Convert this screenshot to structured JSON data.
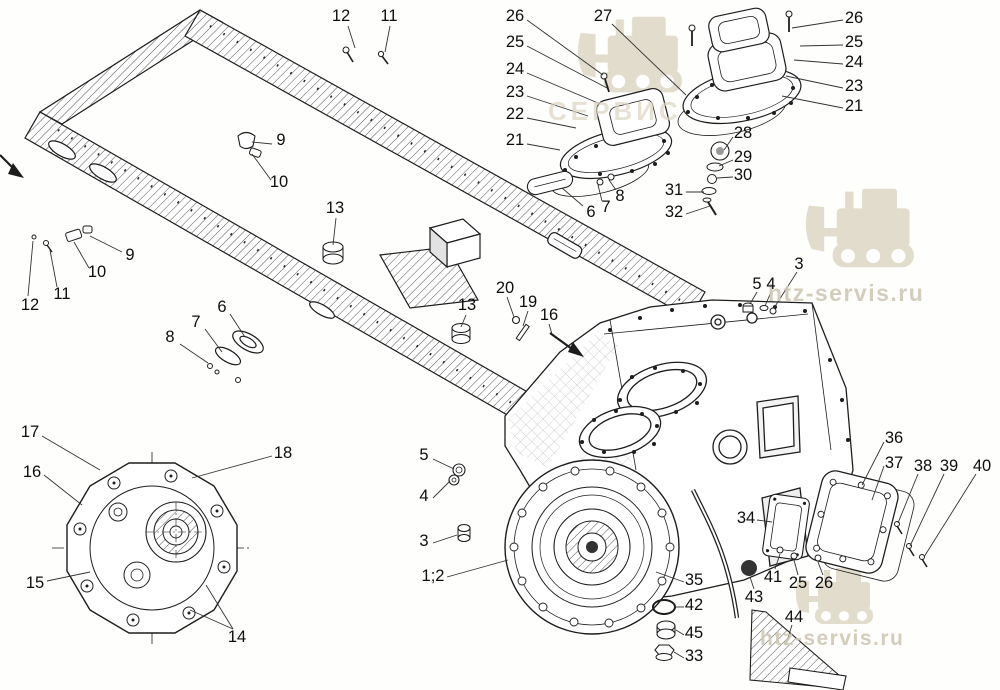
{
  "watermark": {
    "site": "htz-servis.ru",
    "cyrillic": "СЕРВИС",
    "logo": "bulldozer-logo"
  },
  "callouts": [
    {
      "label": "12"
    },
    {
      "label": "11"
    },
    {
      "label": "26"
    },
    {
      "label": "25"
    },
    {
      "label": "24"
    },
    {
      "label": "23"
    },
    {
      "label": "22"
    },
    {
      "label": "21"
    },
    {
      "label": "27"
    },
    {
      "label": "26"
    },
    {
      "label": "25"
    },
    {
      "label": "24"
    },
    {
      "label": "23"
    },
    {
      "label": "21"
    },
    {
      "label": "28"
    },
    {
      "label": "29"
    },
    {
      "label": "30"
    },
    {
      "label": "31"
    },
    {
      "label": "32"
    },
    {
      "label": "9"
    },
    {
      "label": "10"
    },
    {
      "label": "9"
    },
    {
      "label": "10"
    },
    {
      "label": "11"
    },
    {
      "label": "12"
    },
    {
      "label": "13"
    },
    {
      "label": "13"
    },
    {
      "label": "8"
    },
    {
      "label": "7"
    },
    {
      "label": "6"
    },
    {
      "label": "6"
    },
    {
      "label": "7"
    },
    {
      "label": "8"
    },
    {
      "label": "20"
    },
    {
      "label": "19"
    },
    {
      "label": "16"
    },
    {
      "label": "5"
    },
    {
      "label": "4"
    },
    {
      "label": "3"
    },
    {
      "label": "17"
    },
    {
      "label": "18"
    },
    {
      "label": "16"
    },
    {
      "label": "15"
    },
    {
      "label": "14"
    },
    {
      "label": "5"
    },
    {
      "label": "4"
    },
    {
      "label": "3"
    },
    {
      "label": "1;2"
    },
    {
      "label": "35"
    },
    {
      "label": "42"
    },
    {
      "label": "45"
    },
    {
      "label": "33"
    },
    {
      "label": "34"
    },
    {
      "label": "43"
    },
    {
      "label": "41"
    },
    {
      "label": "25"
    },
    {
      "label": "26"
    },
    {
      "label": "36"
    },
    {
      "label": "37"
    },
    {
      "label": "38"
    },
    {
      "label": "39"
    },
    {
      "label": "40"
    },
    {
      "label": "44"
    }
  ]
}
